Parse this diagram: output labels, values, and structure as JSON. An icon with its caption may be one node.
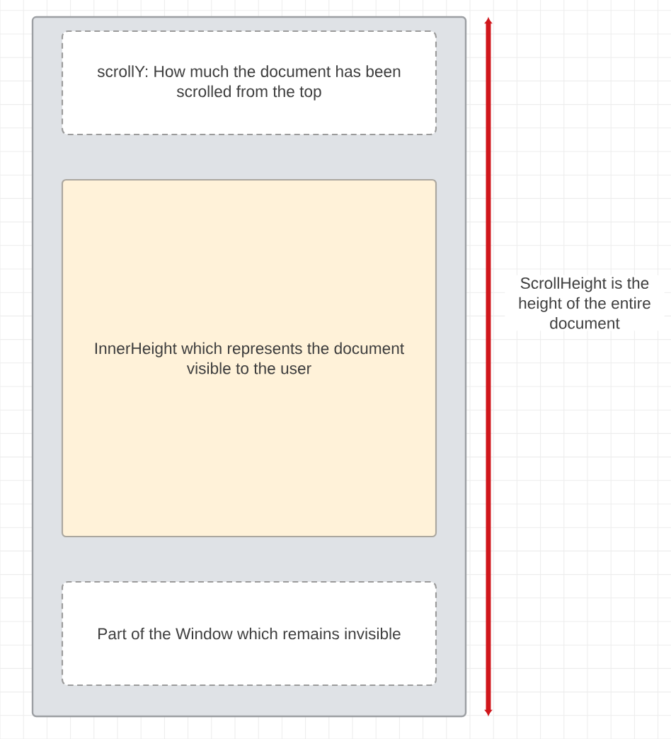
{
  "diagram": {
    "nodes": [
      {
        "text": [],
        "shape": "box"
      },
      {
        "text": [
          "scrollY: How much the document has been scrolled from the top"
        ],
        "in": 0
      },
      {
        "text": [
          "InnerHeight which represents the document visible to the user"
        ],
        "in": 0
      },
      {
        "text": [
          "Part of the Window which remains invisible"
        ],
        "in": 0
      }
    ],
    "labels": [
      "ScrollHeight is the height of the entire document"
    ]
  }
}
